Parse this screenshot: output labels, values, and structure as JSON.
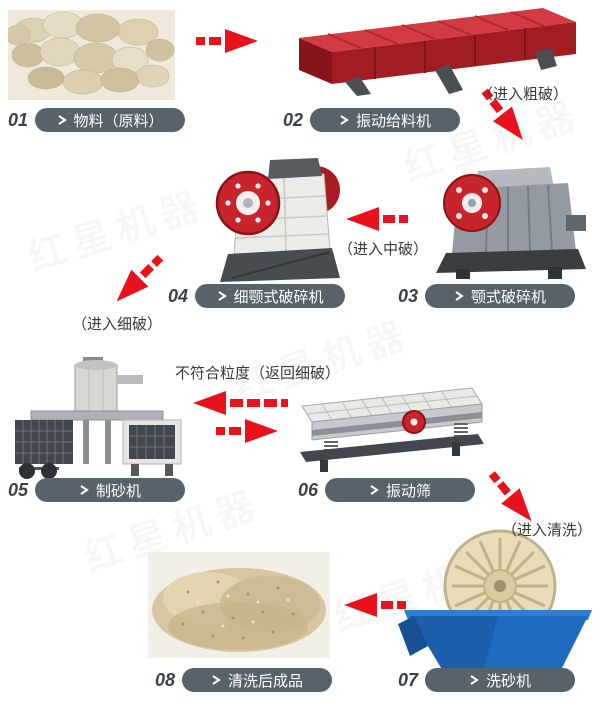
{
  "page": {
    "watermark": "红星机器",
    "background": "#ffffff"
  },
  "steps": [
    {
      "num": "01",
      "label": "物料（原料）"
    },
    {
      "num": "02",
      "label": "振动给料机"
    },
    {
      "num": "03",
      "label": "颚式破碎机"
    },
    {
      "num": "04",
      "label": "细颚式破碎机"
    },
    {
      "num": "05",
      "label": "制砂机"
    },
    {
      "num": "06",
      "label": "振动筛"
    },
    {
      "num": "07",
      "label": "洗砂机"
    },
    {
      "num": "08",
      "label": "清洗后成品"
    }
  ],
  "annotations": {
    "enter_coarse": "（进入粗破）",
    "enter_medium": "（进入中破）",
    "enter_fine": "（进入细破）",
    "return_fine": "不符合粒度（返回细破）",
    "enter_wash": "（进入清洗）"
  },
  "icons": {
    "raw_material": "rock-pile-photo",
    "feeder": "vibrating-feeder-illustration",
    "jaw_crusher": "jaw-crusher-illustration",
    "fine_jaw_crusher": "fine-jaw-crusher-illustration",
    "sand_maker": "sand-making-machine-illustration",
    "vibrating_screen": "vibrating-screen-illustration",
    "sand_washer": "sand-washer-illustration",
    "finished_sand": "washed-sand-photo",
    "pill_chevron": "chevron-right-icon",
    "flow_arrow": "red-dashed-arrow"
  },
  "colors": {
    "arrow_red": "#e8111c",
    "pill_gray": "#58626b",
    "machine_red": "#c8242b",
    "washer_blue": "#1e6cc0",
    "wheel_cream": "#e8ddb8",
    "sand_tan": "#d8c6a2"
  }
}
